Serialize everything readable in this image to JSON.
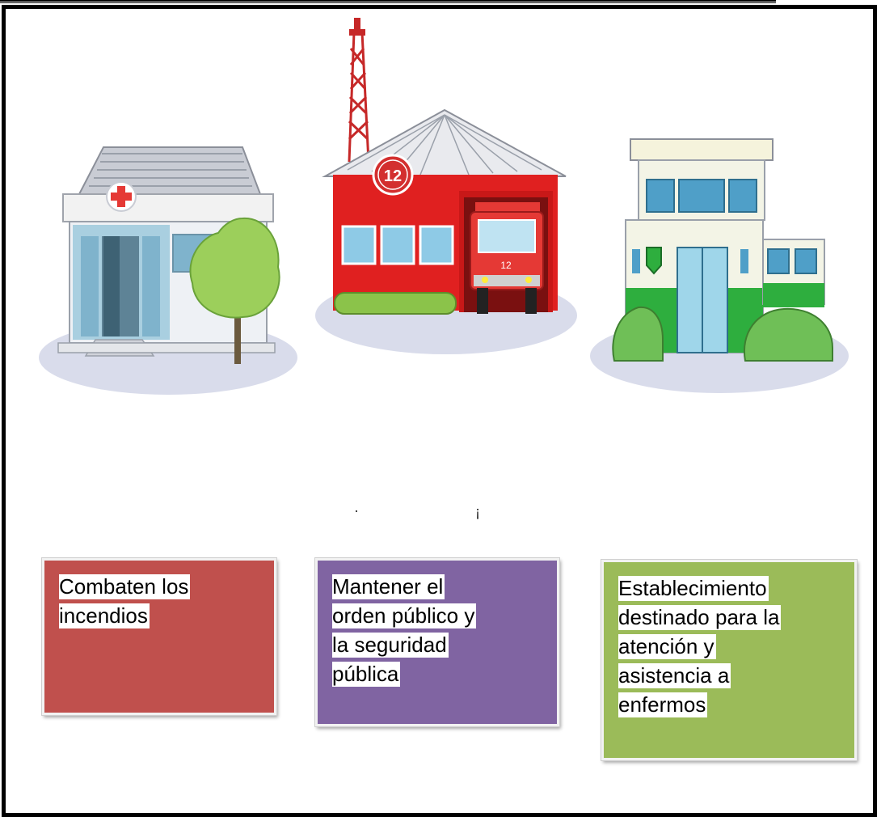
{
  "scene": {
    "buildings": [
      {
        "id": "hospital",
        "icon": "hospital-building-icon",
        "accent": "#e53935"
      },
      {
        "id": "fire-station",
        "icon": "fire-station-building-icon",
        "accent": "#e02020",
        "badge_number": "12",
        "truck_number": "12"
      },
      {
        "id": "police-station",
        "icon": "police-station-building-icon",
        "accent": "#2eae3e"
      }
    ]
  },
  "cards": [
    {
      "lines": [
        "Combaten los",
        "incendios"
      ],
      "color": "#c0504d"
    },
    {
      "lines": [
        "Mantener el",
        "orden público y",
        "la seguridad",
        "pública"
      ],
      "color": "#8064a2"
    },
    {
      "lines": [
        "Establecimiento",
        "destinado para la",
        "atención y",
        "asistencia a",
        "enfermos"
      ],
      "color": "#9bbb59"
    }
  ]
}
